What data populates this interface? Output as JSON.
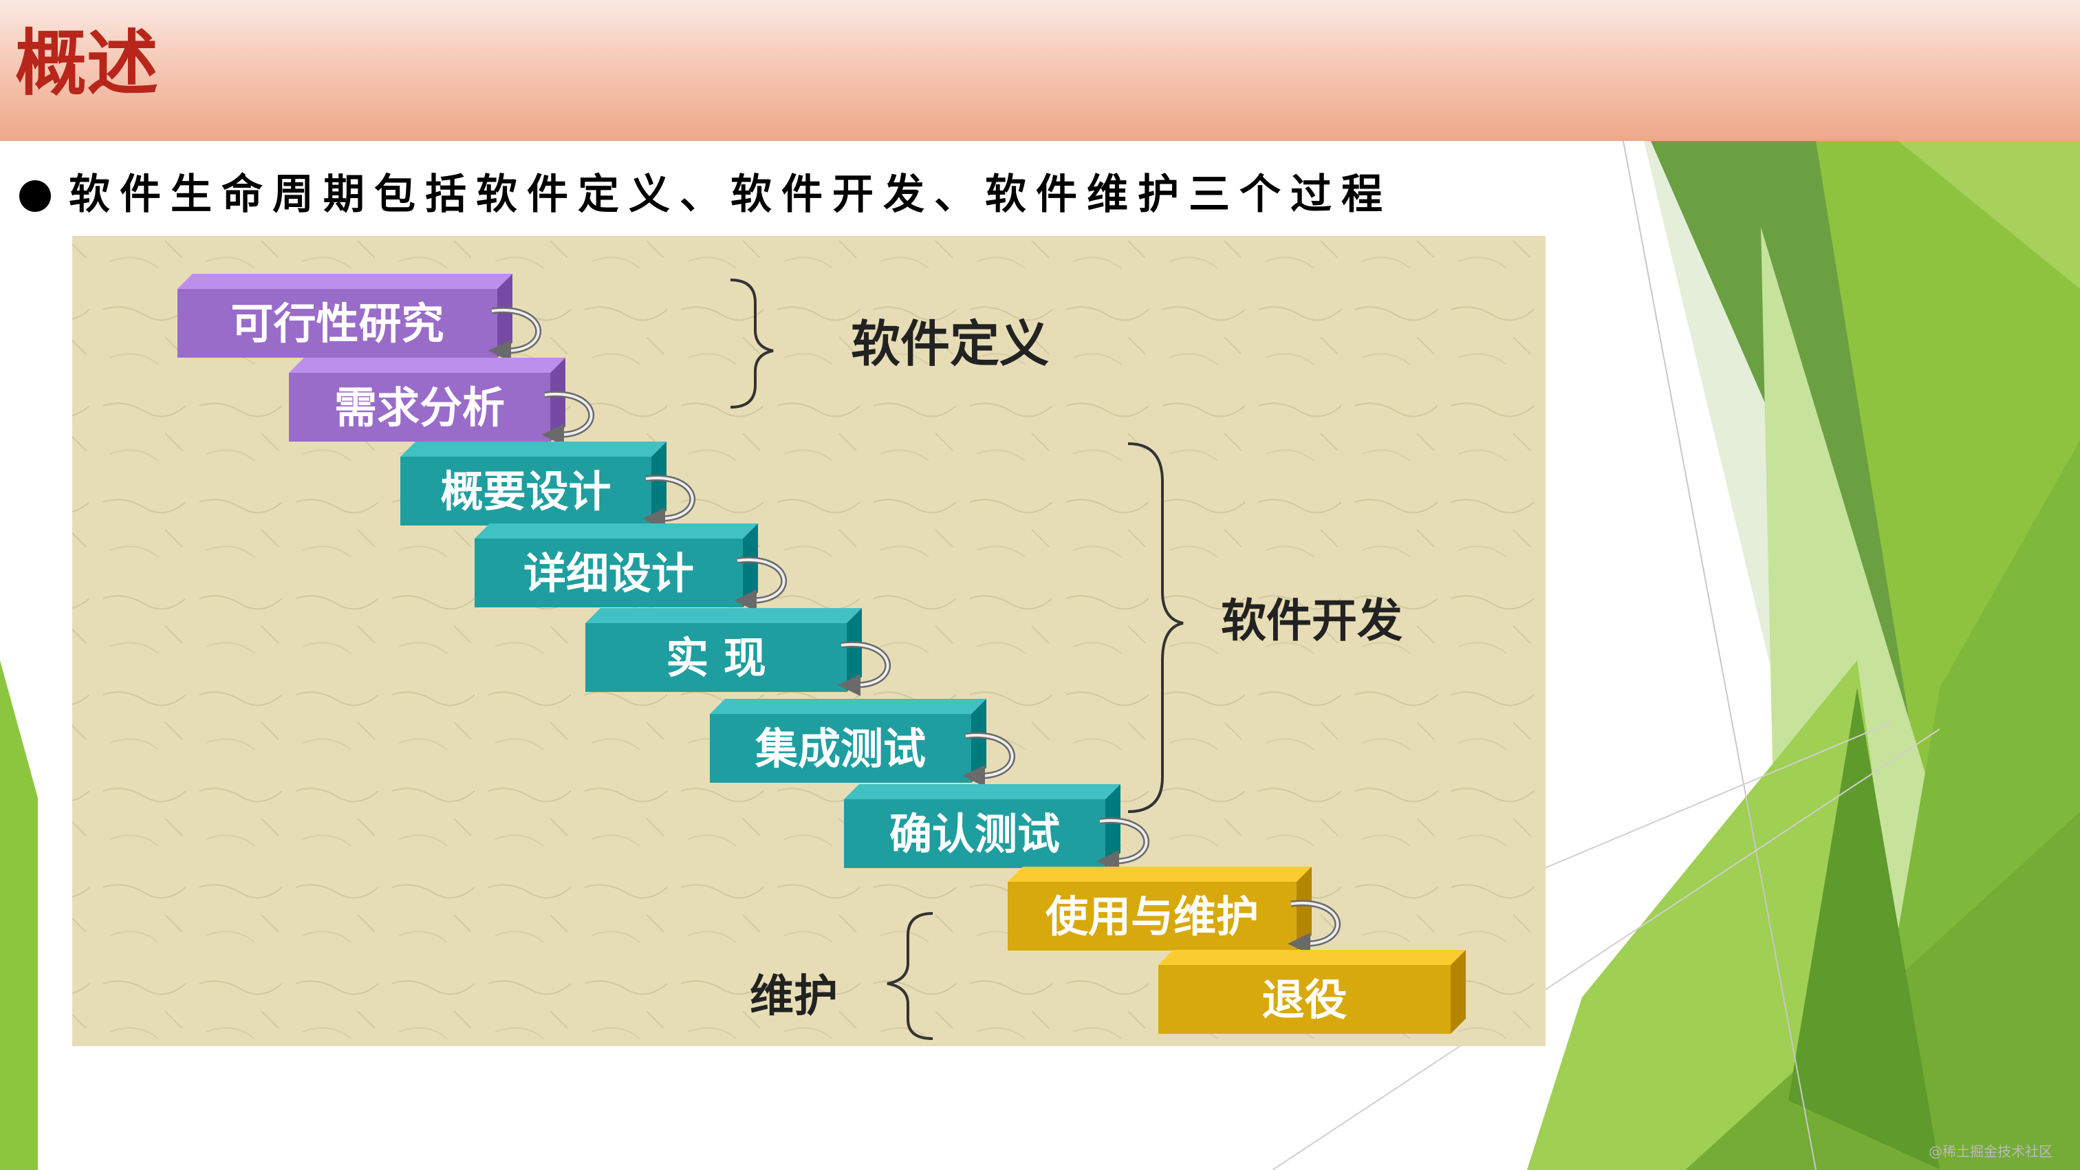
{
  "title": "概述",
  "bullet": "软件生命周期包括软件定义、软件开发、软件维护三个过程",
  "diagram": {
    "steps": [
      {
        "label": "可行性研究",
        "phase": "definition"
      },
      {
        "label": "需求分析",
        "phase": "definition"
      },
      {
        "label": "概要设计",
        "phase": "development"
      },
      {
        "label": "详细设计",
        "phase": "development"
      },
      {
        "label": "实 现",
        "phase": "development"
      },
      {
        "label": "集成测试",
        "phase": "development"
      },
      {
        "label": "确认测试",
        "phase": "development"
      },
      {
        "label": "使用与维护",
        "phase": "maintenance"
      },
      {
        "label": "退役",
        "phase": "maintenance"
      }
    ],
    "groups": {
      "definition": "软件定义",
      "development": "软件开发",
      "maintenance": "维护"
    },
    "colors": {
      "definition": "#9a6cc9",
      "development": "#1f9ea0",
      "maintenance": "#d7a90c",
      "background": "#e8e0bc"
    }
  },
  "watermark": "@稀土掘金技术社区"
}
